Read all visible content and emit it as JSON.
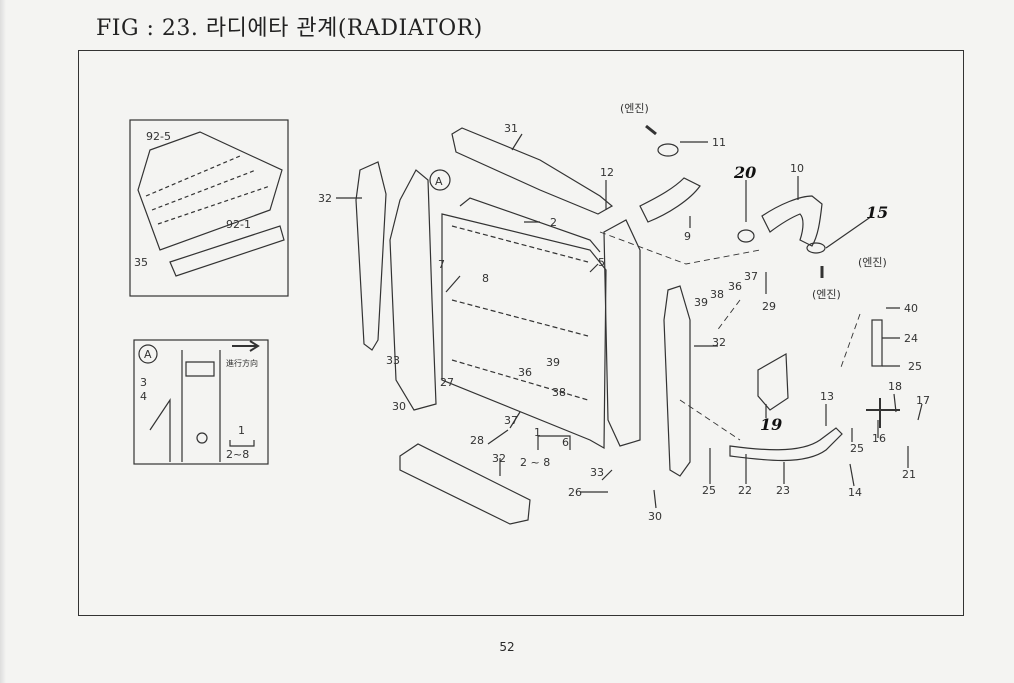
{
  "figure": {
    "title": "FIG : 23. 라디에타 관계(RADIATOR)",
    "page_number": "52"
  },
  "inset_top": {
    "labels": [
      "92-5",
      "92-1",
      "35"
    ]
  },
  "inset_detail": {
    "marker": "A",
    "direction_text": "進行方向",
    "labels": [
      "3",
      "4",
      "1",
      "2~8"
    ]
  },
  "main": {
    "marker": "A",
    "engine_labels": [
      "(엔진)",
      "(엔진)",
      "(엔진)"
    ],
    "part_numbers": [
      "31",
      "11",
      "12",
      "20",
      "10",
      "15",
      "32",
      "2",
      "9",
      "7",
      "8",
      "5",
      "37",
      "36",
      "38",
      "39",
      "29",
      "40",
      "24",
      "32",
      "33",
      "30",
      "27",
      "39",
      "36",
      "38",
      "25",
      "18",
      "17",
      "19",
      "13",
      "37",
      "1",
      "6",
      "28",
      "2 ~ 8",
      "32",
      "33",
      "26",
      "30",
      "25",
      "22",
      "23",
      "25",
      "16",
      "21",
      "14"
    ]
  }
}
